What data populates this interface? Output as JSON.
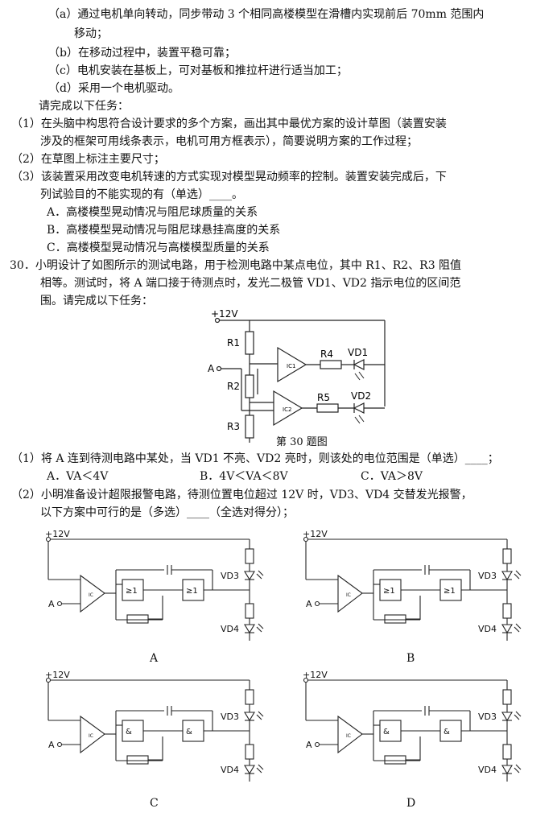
{
  "text": {
    "a1": "（a）通过电机单向转动，同步带动 3 个相同高楼模型在滑槽内实现前后 70mm 范围内",
    "a2": "移动；",
    "b": "（b）在移动过程中，装置平稳可靠；",
    "c": "（c）电机安装在基板上，可对基板和推拉杆进行适当加工；",
    "d": "（d）采用一个电机驱动。",
    "task": "请完成以下任务：",
    "q1a": "（1）在头脑中构思符合设计要求的多个方案，画出其中最优方案的设计草图（装置安装",
    "q1b": "涉及的框架可用线条表示，电机可用方框表示），简要说明方案的工作过程；",
    "q2": "（2）在草图上标注主要尺寸；",
    "q3a": "（3）该装置采用改变电机转速的方式实现对模型晃动频率的控制。装置安装完成后，下",
    "q3b": "列试验目的不能实现的有（单选）____。",
    "optA": "A．高楼模型晃动情况与阻尼球质量的关系",
    "optB": "B．高楼模型晃动情况与阻尼球悬挂高度的关系",
    "optC": "C．高楼模型晃动情况与高楼模型质量的关系",
    "p30a": "30．小明设计了如图所示的测试电路，用于检测电路中某点电位，其中 R1、R2、R3 阻值",
    "p30b": "相等。测试时，将 A 端口接于待测点时，发光二极管 VD1、VD2 指示电位的区间范",
    "p30c": "围。请完成以下任务：",
    "s1": "（1）将 A 连到待测电路中某处，当 VD1 不亮、VD2 亮时，则该处的电位范围是（单选）____；",
    "s1optA": "A．VA＜4V",
    "s1optB": "B．4V＜VA＜8V",
    "s1optC": "C．VA＞8V",
    "s2a": "（2）小明准备设计超限报警电路，待测位置电位超过 12V 时，VD3、VD4 交替发光报警，",
    "s2b": "以下方案中可行的是（多选）____（全选对得分）；"
  },
  "figure30": {
    "caption": "第 30 题图",
    "vcc": "+12V",
    "port": "A",
    "r1": "R1",
    "r2": "R2",
    "r3": "R3",
    "r4": "R4",
    "r5": "R5",
    "ic1": "IC1",
    "ic2": "IC2",
    "vd1": "VD1",
    "vd2": "VD2"
  },
  "schemes": [
    {
      "label": "A",
      "gate": "≥1",
      "vcc": "+12V",
      "port": "A",
      "vd3": "VD3",
      "vd4": "VD4",
      "ic": "IC"
    },
    {
      "label": "B",
      "gate": "≥1",
      "vcc": "+12V",
      "port": "A",
      "vd3": "VD3",
      "vd4": "VD4",
      "ic": "IC"
    },
    {
      "label": "C",
      "gate": "&",
      "vcc": "+12V",
      "port": "A",
      "vd3": "VD3",
      "vd4": "VD4",
      "ic": "IC"
    },
    {
      "label": "D",
      "gate": "&",
      "vcc": "+12V",
      "port": "A",
      "vd3": "VD3",
      "vd4": "VD4",
      "ic": "IC"
    }
  ]
}
